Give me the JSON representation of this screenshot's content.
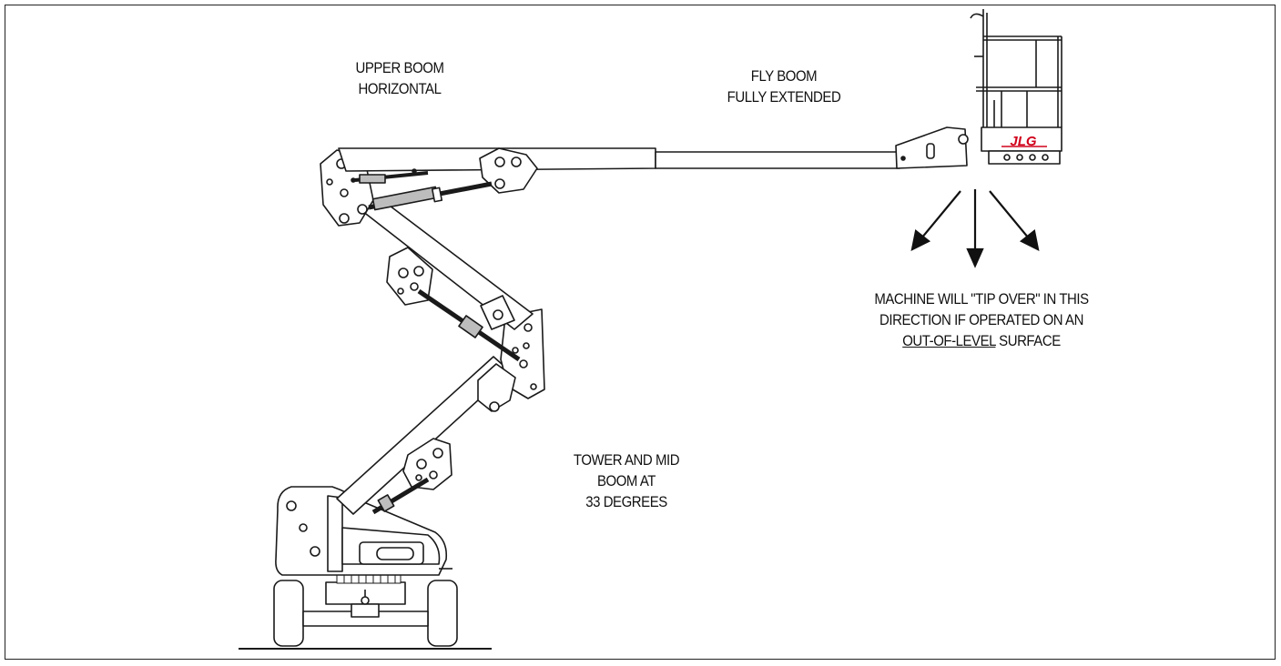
{
  "labels": {
    "upper_boom": [
      "UPPER BOOM",
      "HORIZONTAL"
    ],
    "fly_boom": [
      "FLY BOOM",
      "FULLY EXTENDED"
    ],
    "tower_mid": [
      "TOWER AND MID",
      "BOOM AT",
      "33 DEGREES"
    ],
    "warning": {
      "line1": "MACHINE WILL \"TIP OVER\" IN THIS",
      "line2": "DIRECTION IF OPERATED ON AN",
      "line3_underlined": "OUT-OF-LEVEL",
      "line3_rest": " SURFACE"
    }
  },
  "logo_text": "JLG",
  "colors": {
    "line": "#1a1a1a",
    "cylinder": "#bdbdbd",
    "logo": "#d0021b"
  }
}
